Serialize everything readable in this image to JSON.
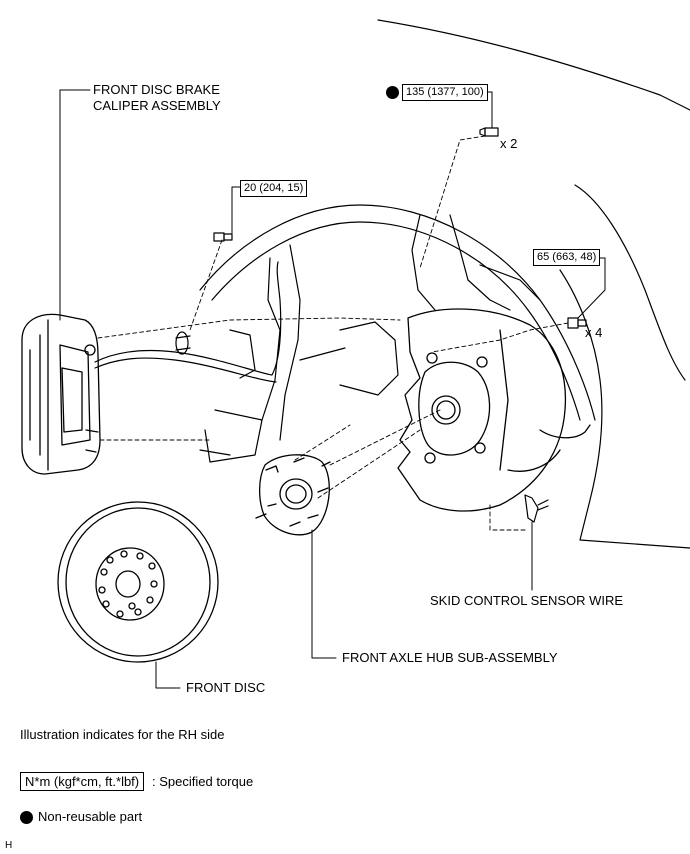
{
  "labels": {
    "caliper": [
      "FRONT DISC BRAKE",
      "CALIPER ASSEMBLY"
    ],
    "sensor_wire": "SKID CONTROL SENSOR WIRE",
    "hub": "FRONT AXLE HUB SUB-ASSEMBLY",
    "disc": "FRONT DISC"
  },
  "torques": {
    "knuckle_bolt": "135 (1377, 100)",
    "caliper_bolt": "20 (204, 15)",
    "hub_bolt": "65 (663, 48)"
  },
  "quantities": {
    "knuckle_bolt": "x 2",
    "hub_bolt": "x 4"
  },
  "notes": {
    "side": "Illustration indicates for the RH side",
    "torque_legend_box": "N*m (kgf*cm, ft.*lbf)",
    "torque_legend_text": ": Specified torque",
    "nonreusable_text": "Non-reusable part"
  },
  "footer": "H"
}
